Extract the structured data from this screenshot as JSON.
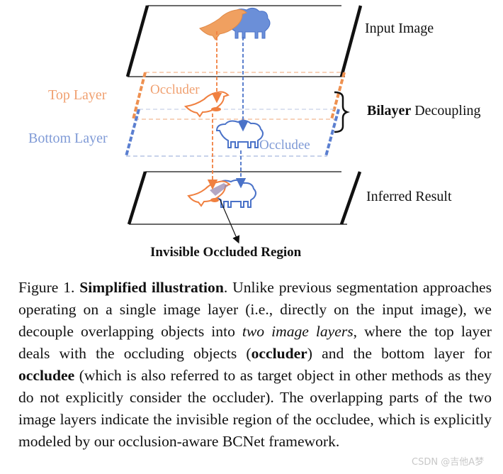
{
  "figure": {
    "input_image_label": "Input Image",
    "top_layer_label": "Top Layer",
    "bottom_layer_label": "Bottom Layer",
    "occluder_label": "Occluder",
    "occludee_label": "Occludee",
    "bilayer_bold": "Bilayer",
    "bilayer_rest": " Decoupling",
    "inferred_label": "Inferred Result",
    "invisible_label": "Invisible Occluded Region",
    "colors": {
      "occluder_orange": "#f0a070",
      "occluder_fill": "#f0a060",
      "occludee_blue": "#5b7fd0",
      "occludee_fill": "#6b8fd8",
      "frame_black": "#111111"
    }
  },
  "caption": {
    "prefix": "Figure 1. ",
    "title": "Simplified illustration",
    "p1": ". Unlike previous segmentation approaches operating on a single image layer (i.e., directly on the input image), we decouple overlapping objects into ",
    "italic1": "two image layers",
    "p2": ", where the top layer deals with the occluding objects (",
    "bold_occluder": "occluder",
    "p3": ") and the bottom layer for ",
    "bold_occludee": "occludee",
    "p4": " (which is also referred to as target object in other methods as they do not explicitly consider the occluder). The overlapping parts of the two image layers indicate the invisible region of the occludee, which is explicitly modeled by our occlusion-aware BCNet framework."
  },
  "watermark": "CSDN @吉他A梦"
}
